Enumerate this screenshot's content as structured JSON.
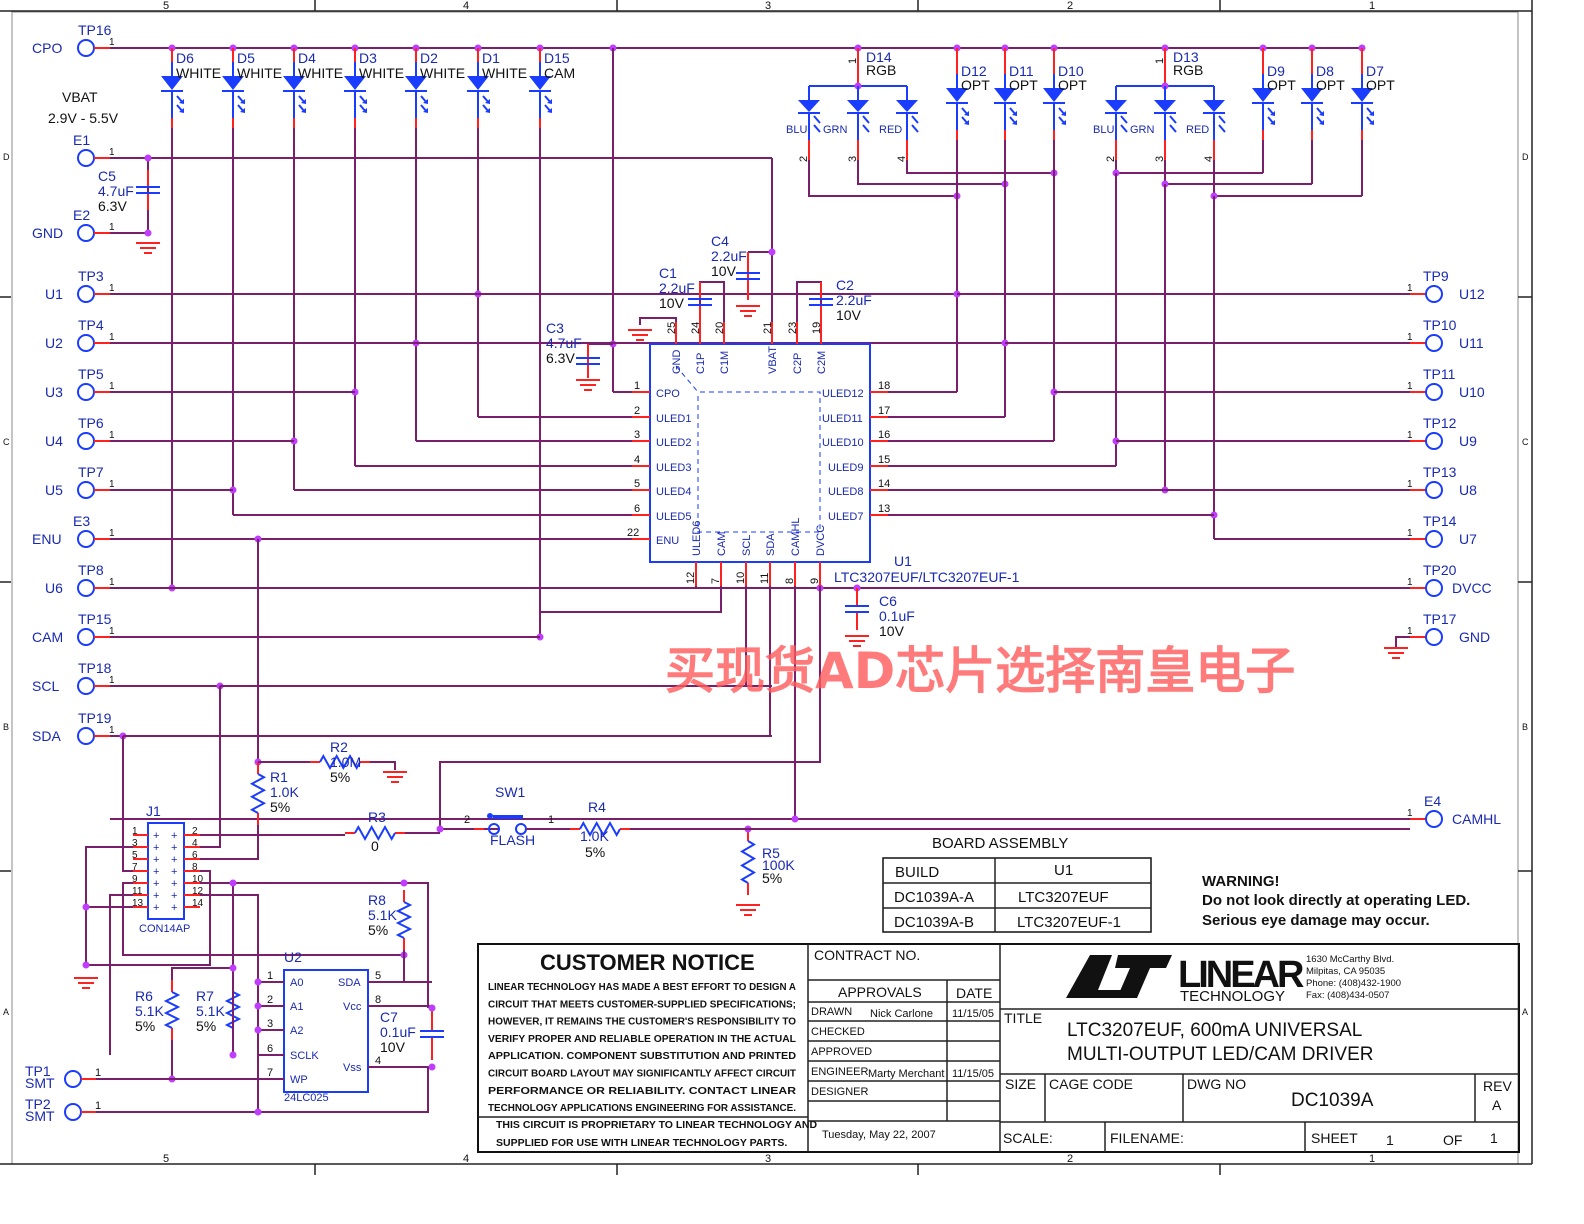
{
  "border": {
    "top_zones": [
      "5",
      "4",
      "3",
      "2",
      "1"
    ],
    "side_zones": [
      "D",
      "C",
      "B",
      "A"
    ]
  },
  "left_testpoints": [
    {
      "ref": "TP16",
      "net": "CPO"
    },
    {
      "ref": "E1",
      "net": ""
    },
    {
      "ref": "E2",
      "net": "GND"
    },
    {
      "ref": "TP3",
      "net": "U1"
    },
    {
      "ref": "TP4",
      "net": "U2"
    },
    {
      "ref": "TP5",
      "net": "U3"
    },
    {
      "ref": "TP6",
      "net": "U4"
    },
    {
      "ref": "TP7",
      "net": "U5"
    },
    {
      "ref": "E3",
      "net": "ENU"
    },
    {
      "ref": "TP8",
      "net": "U6"
    },
    {
      "ref": "TP15",
      "net": "CAM"
    },
    {
      "ref": "TP18",
      "net": "SCL"
    },
    {
      "ref": "TP19",
      "net": "SDA"
    }
  ],
  "vbat_label": {
    "name": "VBAT",
    "range": "2.9V - 5.5V"
  },
  "right_testpoints": [
    {
      "ref": "TP9",
      "net": "U12"
    },
    {
      "ref": "TP10",
      "net": "U11"
    },
    {
      "ref": "TP11",
      "net": "U10"
    },
    {
      "ref": "TP12",
      "net": "U9"
    },
    {
      "ref": "TP13",
      "net": "U8"
    },
    {
      "ref": "TP14",
      "net": "U7"
    },
    {
      "ref": "TP20",
      "net": "DVCC"
    },
    {
      "ref": "TP17",
      "net": "GND"
    },
    {
      "ref": "E4",
      "net": "CAMHL"
    }
  ],
  "pin1_label": "1",
  "white_leds": [
    {
      "ref": "D6",
      "type": "WHITE"
    },
    {
      "ref": "D5",
      "type": "WHITE"
    },
    {
      "ref": "D4",
      "type": "WHITE"
    },
    {
      "ref": "D3",
      "type": "WHITE"
    },
    {
      "ref": "D2",
      "type": "WHITE"
    },
    {
      "ref": "D1",
      "type": "WHITE"
    },
    {
      "ref": "D15",
      "type": "CAM"
    }
  ],
  "rgb_groups": [
    {
      "ref": "D14",
      "type": "RGB",
      "colors": [
        "BLU",
        "GRN",
        "RED"
      ],
      "pins": [
        "1",
        "2",
        "3",
        "4"
      ],
      "opts": [
        {
          "ref": "D12",
          "type": "OPT"
        },
        {
          "ref": "D11",
          "type": "OPT"
        },
        {
          "ref": "D10",
          "type": "OPT"
        }
      ]
    },
    {
      "ref": "D13",
      "type": "RGB",
      "colors": [
        "BLU",
        "GRN",
        "RED"
      ],
      "pins": [
        "1",
        "2",
        "3",
        "4"
      ],
      "opts": [
        {
          "ref": "D9",
          "type": "OPT"
        },
        {
          "ref": "D8",
          "type": "OPT"
        },
        {
          "ref": "D7",
          "type": "OPT"
        }
      ]
    }
  ],
  "capacitors": {
    "C5": {
      "ref": "C5",
      "value": "4.7uF",
      "rating": "6.3V"
    },
    "C3": {
      "ref": "C3",
      "value": "4.7uF",
      "rating": "6.3V"
    },
    "C1": {
      "ref": "C1",
      "value": "2.2uF",
      "rating": "10V"
    },
    "C4": {
      "ref": "C4",
      "value": "2.2uF",
      "rating": "10V"
    },
    "C2": {
      "ref": "C2",
      "value": "2.2uF",
      "rating": "10V"
    },
    "C6": {
      "ref": "C6",
      "value": "0.1uF",
      "rating": "10V"
    },
    "C7": {
      "ref": "C7",
      "value": "0.1uF",
      "rating": "10V"
    }
  },
  "resistors": {
    "R1": {
      "ref": "R1",
      "value": "1.0K",
      "tol": "5%"
    },
    "R2": {
      "ref": "R2",
      "value": "1.0M",
      "tol": "5%"
    },
    "R3": {
      "ref": "R3",
      "value": "0",
      "tol": ""
    },
    "R4": {
      "ref": "R4",
      "value": "1.0K",
      "tol": "5%"
    },
    "R5": {
      "ref": "R5",
      "value": "100K",
      "tol": "5%"
    },
    "R6": {
      "ref": "R6",
      "value": "5.1K",
      "tol": "5%"
    },
    "R7": {
      "ref": "R7",
      "value": "5.1K",
      "tol": "5%"
    },
    "R8": {
      "ref": "R8",
      "value": "5.1K",
      "tol": "5%"
    }
  },
  "u1": {
    "ref": "U1",
    "part": "LTC3207EUF/LTC3207EUF-1",
    "top_pins": [
      {
        "num": "25",
        "name": "GND"
      },
      {
        "num": "24",
        "name": "C1P"
      },
      {
        "num": "20",
        "name": "C1M"
      },
      {
        "num": "21",
        "name": "VBAT"
      },
      {
        "num": "23",
        "name": "C2P"
      },
      {
        "num": "19",
        "name": "C2M"
      }
    ],
    "left_pins": [
      {
        "num": "1",
        "name": "CPO"
      },
      {
        "num": "2",
        "name": "ULED1"
      },
      {
        "num": "3",
        "name": "ULED2"
      },
      {
        "num": "4",
        "name": "ULED3"
      },
      {
        "num": "5",
        "name": "ULED4"
      },
      {
        "num": "6",
        "name": "ULED5"
      },
      {
        "num": "22",
        "name": "ENU"
      }
    ],
    "right_pins": [
      {
        "num": "18",
        "name": "ULED12"
      },
      {
        "num": "17",
        "name": "ULED11"
      },
      {
        "num": "16",
        "name": "ULED10"
      },
      {
        "num": "15",
        "name": "ULED9"
      },
      {
        "num": "14",
        "name": "ULED8"
      },
      {
        "num": "13",
        "name": "ULED7"
      }
    ],
    "bottom_pins": [
      {
        "num": "12",
        "name": "ULED6"
      },
      {
        "num": "7",
        "name": "CAM"
      },
      {
        "num": "10",
        "name": "SCL"
      },
      {
        "num": "11",
        "name": "SDA"
      },
      {
        "num": "8",
        "name": "CAMHL"
      },
      {
        "num": "9",
        "name": "DVCC"
      }
    ]
  },
  "j1": {
    "ref": "J1",
    "part": "CON14AP",
    "left_pins": [
      "1",
      "3",
      "5",
      "7",
      "9",
      "11",
      "13"
    ],
    "right_pins": [
      "2",
      "4",
      "6",
      "8",
      "10",
      "12",
      "14"
    ]
  },
  "u2": {
    "ref": "U2",
    "part": "24LC025",
    "left_pins": [
      {
        "num": "1",
        "name": "A0"
      },
      {
        "num": "2",
        "name": "A1"
      },
      {
        "num": "3",
        "name": "A2"
      },
      {
        "num": "6",
        "name": "SCLK"
      },
      {
        "num": "7",
        "name": "WP"
      }
    ],
    "right_pins": [
      {
        "num": "5",
        "name": "SDA"
      },
      {
        "num": "8",
        "name": "Vcc"
      },
      {
        "num": "4",
        "name": "Vss"
      }
    ]
  },
  "smt_points": [
    {
      "ref": "TP1",
      "label": "SMT"
    },
    {
      "ref": "TP2",
      "label": "SMT"
    }
  ],
  "sw1": {
    "ref": "SW1",
    "label": "FLASH",
    "pin_a": "2",
    "pin_b": "1"
  },
  "board_assembly": {
    "title": "BOARD ASSEMBLY",
    "headers": [
      "BUILD",
      "U1"
    ],
    "rows": [
      [
        "DC1039A-A",
        "LTC3207EUF"
      ],
      [
        "DC1039A-B",
        "LTC3207EUF-1"
      ]
    ]
  },
  "warning": {
    "title": "WARNING!",
    "lines": [
      "Do not look directly at operating LED.",
      "Serious eye damage may occur."
    ]
  },
  "watermark": "买现货AD芯片选择南皇电子",
  "title_block": {
    "customer_notice_title": "CUSTOMER NOTICE",
    "customer_notice_lines": [
      "LINEAR TECHNOLOGY HAS MADE A BEST EFFORT TO DESIGN A",
      "CIRCUIT THAT MEETS CUSTOMER-SUPPLIED SPECIFICATIONS;",
      "HOWEVER, IT REMAINS THE CUSTOMER'S RESPONSIBILITY TO",
      "VERIFY PROPER AND RELIABLE OPERATION IN THE ACTUAL",
      "APPLICATION.  COMPONENT SUBSTITUTION AND PRINTED",
      "CIRCUIT BOARD LAYOUT MAY SIGNIFICANTLY AFFECT CIRCUIT",
      "PERFORMANCE OR RELIABILITY.  CONTACT LINEAR",
      "TECHNOLOGY APPLICATIONS ENGINEERING FOR ASSISTANCE."
    ],
    "proprietary_lines": [
      "THIS CIRCUIT IS PROPRIETARY TO LINEAR TECHNOLOGY AND",
      "SUPPLIED FOR USE WITH LINEAR TECHNOLOGY PARTS."
    ],
    "contract_label": "CONTRACT NO.",
    "approvals_label": "APPROVALS",
    "date_label": "DATE",
    "approvals": [
      {
        "role": "DRAWN",
        "name": "Nick Carlone",
        "date": "11/15/05"
      },
      {
        "role": "CHECKED",
        "name": "",
        "date": ""
      },
      {
        "role": "APPROVED",
        "name": "",
        "date": ""
      },
      {
        "role": "ENGINEER",
        "name": "Marty Merchant",
        "date": "11/15/05"
      },
      {
        "role": "DESIGNER",
        "name": "",
        "date": ""
      }
    ],
    "print_date": "Tuesday, May 22, 2007",
    "company_name": "LINEAR",
    "company_sub": "TECHNOLOGY",
    "address_lines": [
      "1630 McCarthy Blvd.",
      "Milpitas, CA 95035",
      "Phone: (408)432-1900",
      "Fax: (408)434-0507"
    ],
    "title_label": "TITLE",
    "title_lines": [
      "LTC3207EUF, 600mA UNIVERSAL",
      "MULTI-OUTPUT LED/CAM DRIVER"
    ],
    "size_label": "SIZE",
    "cage_label": "CAGE CODE",
    "dwg_label": "DWG NO",
    "dwg_no": "DC1039A",
    "rev_label": "REV",
    "rev": "A",
    "scale_label": "SCALE:",
    "filename_label": "FILENAME:",
    "sheet_label": "SHEET",
    "sheet": "1",
    "of_label": "OF",
    "sheet_total": "1"
  }
}
